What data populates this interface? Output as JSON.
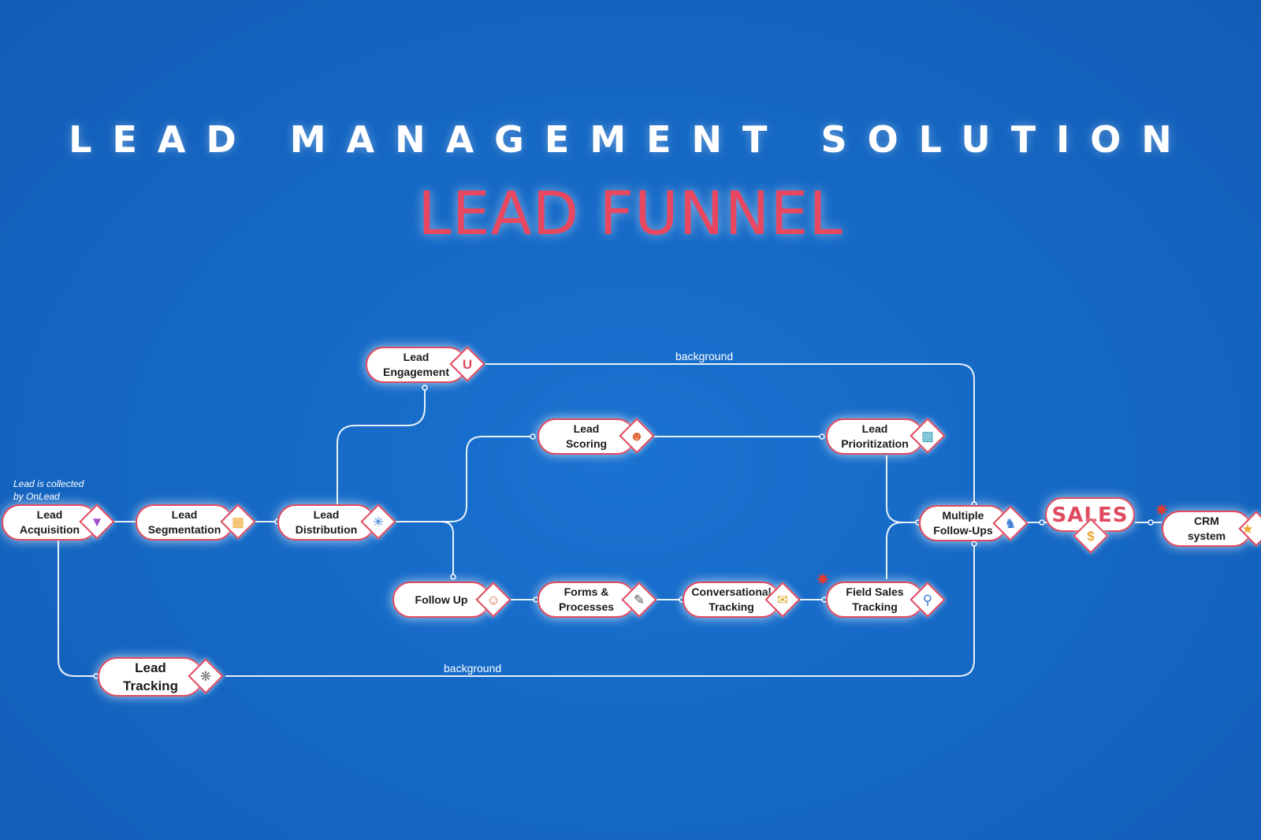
{
  "header": {
    "title": "LEAD MANAGEMENT SOLUTION",
    "subtitle": "LEAD FUNNEL"
  },
  "note": "Lead is collected\nby OnLead",
  "labels": {
    "background_top": "background",
    "background_bottom": "background"
  },
  "nodes": {
    "acquisition": "Lead\nAcquisition",
    "segmentation": "Lead\nSegmentation",
    "distribution": "Lead\nDistribution",
    "engagement": "Lead\nEngagement",
    "scoring": "Lead\nScoring",
    "prioritization": "Lead\nPrioritization",
    "follow_up": "Follow Up",
    "forms": "Forms &\nProcesses",
    "conversational": "Conversational\nTracking",
    "field_sales": "Field Sales\nTracking",
    "multiple_follow_ups": "Multiple\nFollow-Ups",
    "sales": "SALES",
    "crm": "CRM\nsystem",
    "tracking": "Lead\nTracking"
  },
  "icons": {
    "acquisition": "funnel-icon",
    "segmentation": "segments-icon",
    "distribution": "distribution-icon",
    "engagement": "magnet-icon",
    "scoring": "user-rating-icon",
    "prioritization": "bar-chart-icon",
    "follow_up": "people-chat-icon",
    "forms": "form-edit-icon",
    "conversational": "chat-tracking-icon",
    "field_sales": "map-route-icon",
    "multiple_follow_ups": "team-network-icon",
    "sales": "dollar-icon",
    "crm": "crm-icon",
    "tracking": "network-icon"
  },
  "colors": {
    "background": "#1467c4",
    "accent": "#e04a5f",
    "line": "#ffffff"
  }
}
